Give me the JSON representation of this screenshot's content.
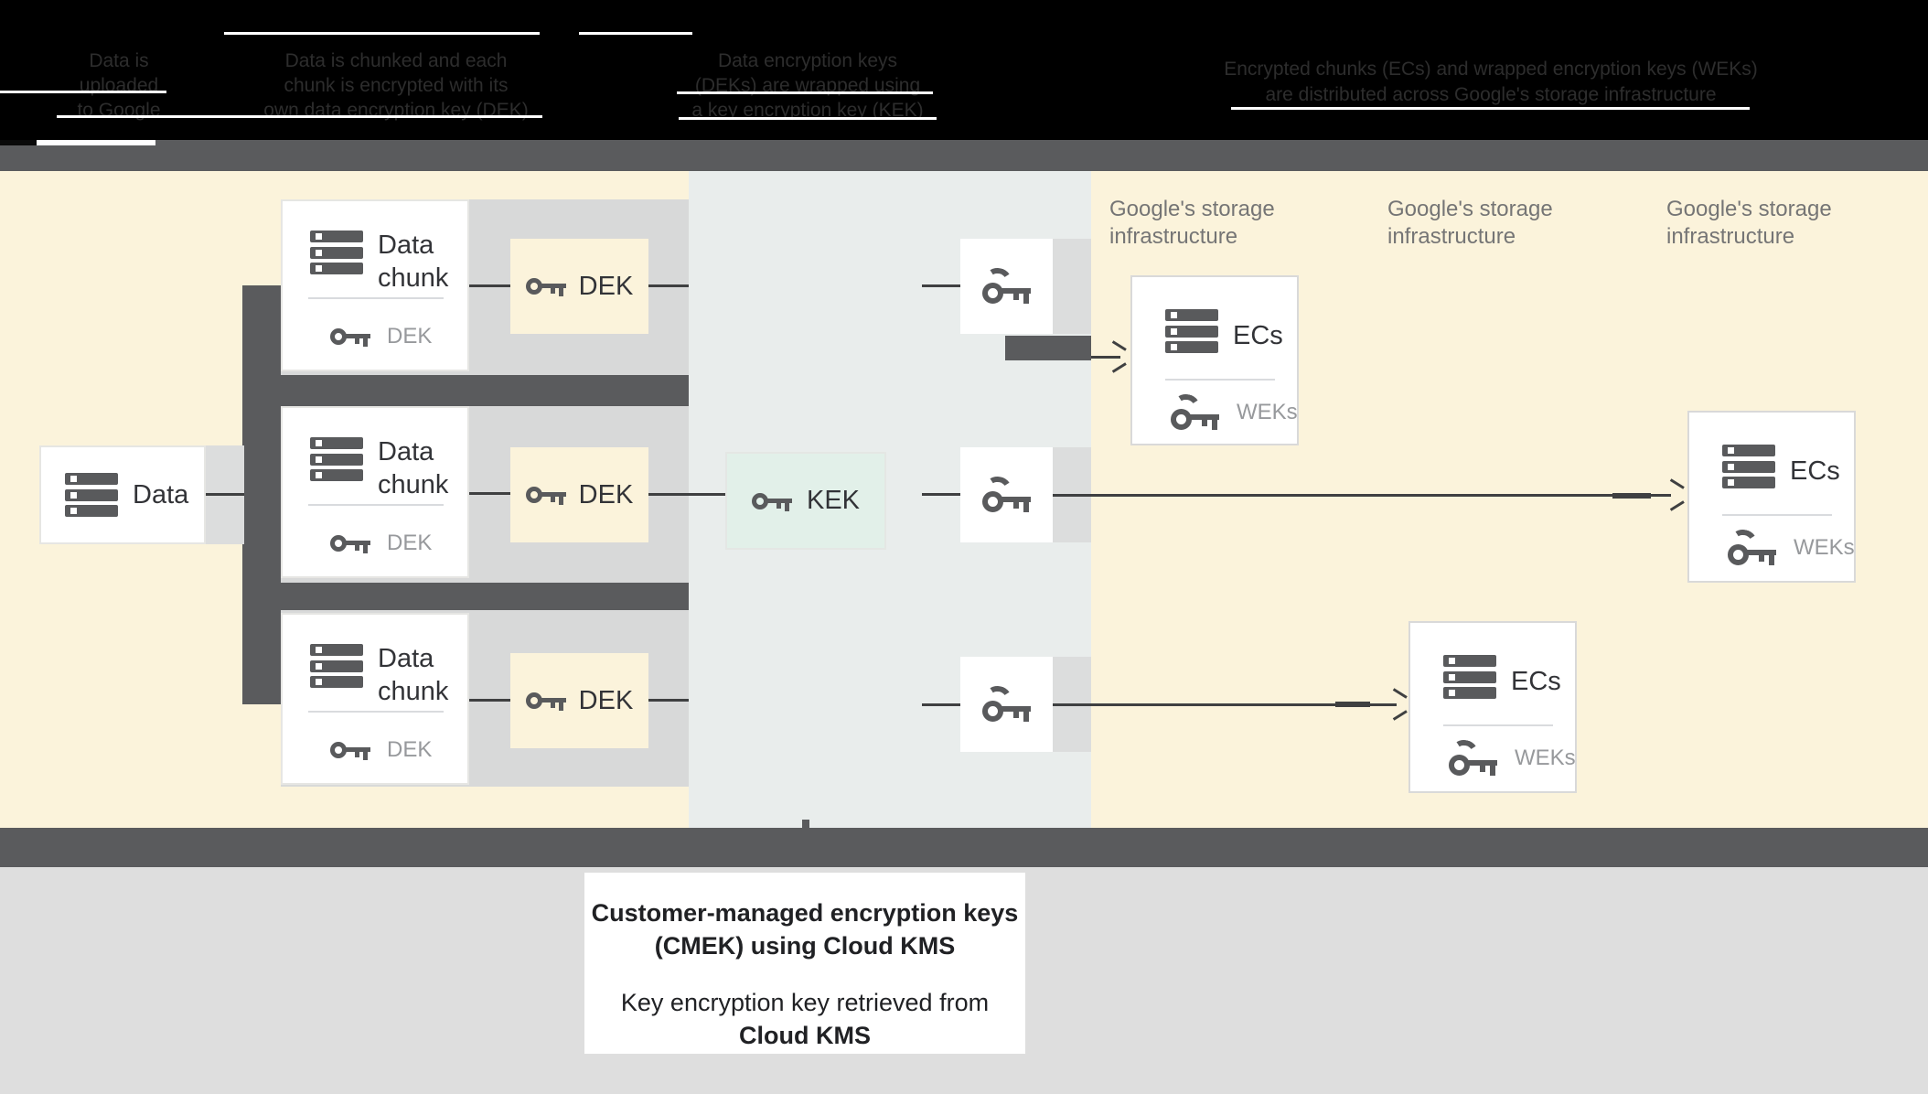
{
  "header": {
    "steps": [
      {
        "lines": [
          "Data is",
          "uploaded",
          "to Google"
        ]
      },
      {
        "lines": [
          "Data is chunked and each",
          "chunk is encrypted with its",
          "own data encryption key (DEK)"
        ]
      },
      {
        "lines": [
          "Data encryption keys",
          "(DEKs) are wrapped using",
          "a key encryption key (KEK)"
        ]
      },
      {
        "lines": [
          "Encrypted chunks (ECs) and wrapped encryption keys (WEKs)",
          "are distributed across Google's storage infrastructure"
        ]
      }
    ]
  },
  "diagram": {
    "data_box": {
      "label": "Data",
      "icon": "database-icon"
    },
    "chunks": [
      {
        "title": "Data chunk",
        "key_icon": "key-icon",
        "key_label": "DEK"
      },
      {
        "title": "Data chunk",
        "key_icon": "key-icon",
        "key_label": "DEK"
      },
      {
        "title": "Data chunk",
        "key_icon": "key-icon",
        "key_label": "DEK"
      }
    ],
    "dek_boxes": [
      {
        "label": "DEK"
      },
      {
        "label": "DEK"
      },
      {
        "label": "DEK"
      }
    ],
    "kek_box": {
      "label": "KEK"
    },
    "storage_labels": [
      {
        "lines": [
          "Google's storage",
          "infrastructure"
        ]
      },
      {
        "lines": [
          "Google's storage",
          "infrastructure"
        ]
      },
      {
        "lines": [
          "Google's storage",
          "infrastructure"
        ]
      }
    ],
    "ecs_boxes": [
      {
        "title": "ECs",
        "key_label": "WEKs"
      },
      {
        "title": "ECs",
        "key_label": "WEKs"
      },
      {
        "title": "ECs",
        "key_label": "WEKs"
      }
    ]
  },
  "footer": {
    "title_line1": "Customer-managed encryption keys",
    "title_line2": "(CMEK) using Cloud KMS",
    "body_line1": "Key encryption key retrieved from",
    "body_line2": "Cloud KMS"
  },
  "colors": {
    "header_bg": "#000000",
    "header_text": "#2d2d2d",
    "dark_band": "#5a5b5d",
    "cream_zone": "#fbf3db",
    "cloud_kms_zone": "#e9edec",
    "row_gray": "#d8d9d9",
    "kek_green": "#e2f0e9",
    "dek_cream": "#fbf3db",
    "icon_dark": "#595a5c",
    "label_dark": "#323337",
    "sublabel_gray": "#97999c",
    "storage_label_gray": "#757575",
    "connector": "#3f4041",
    "footer_bg_gray": "#dedede",
    "footer_text": "#202124"
  }
}
